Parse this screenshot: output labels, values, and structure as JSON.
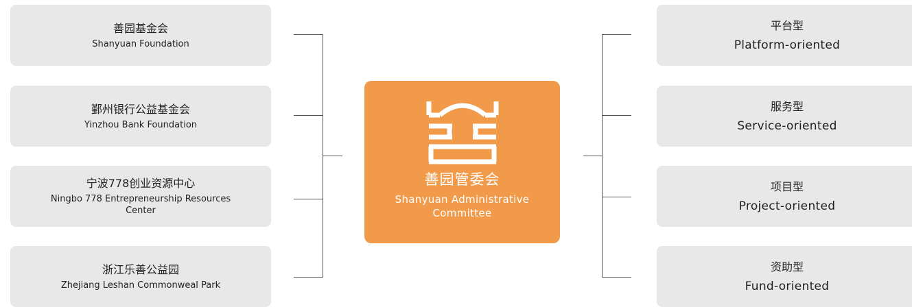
{
  "left_items": [
    {
      "zh": "善园基金会",
      "en": "Shanyuan Foundation"
    },
    {
      "zh": "鄞州银行公益基金会",
      "en": "Yinzhou Bank Foundation"
    },
    {
      "zh": "宁波778创业资源中心",
      "en": "Ningbo 778 Entrepreneurship Resources Center"
    },
    {
      "zh": "浙江乐善公益园",
      "en": "Zhejiang Leshan Commonweal Park"
    }
  ],
  "center": {
    "logo_icon": "shan-character-logo-icon",
    "zh": "善园管委会",
    "en": "Shanyuan Administrative Committee"
  },
  "right_items": [
    {
      "zh": "平台型",
      "en": "Platform-oriented"
    },
    {
      "zh": "服务型",
      "en": "Service-oriented"
    },
    {
      "zh": "项目型",
      "en": "Project-oriented"
    },
    {
      "zh": "资助型",
      "en": "Fund-oriented"
    }
  ],
  "colors": {
    "center_fill": "#f09a4a",
    "box_fill": "#e8e8e8",
    "connector": "#555555"
  }
}
